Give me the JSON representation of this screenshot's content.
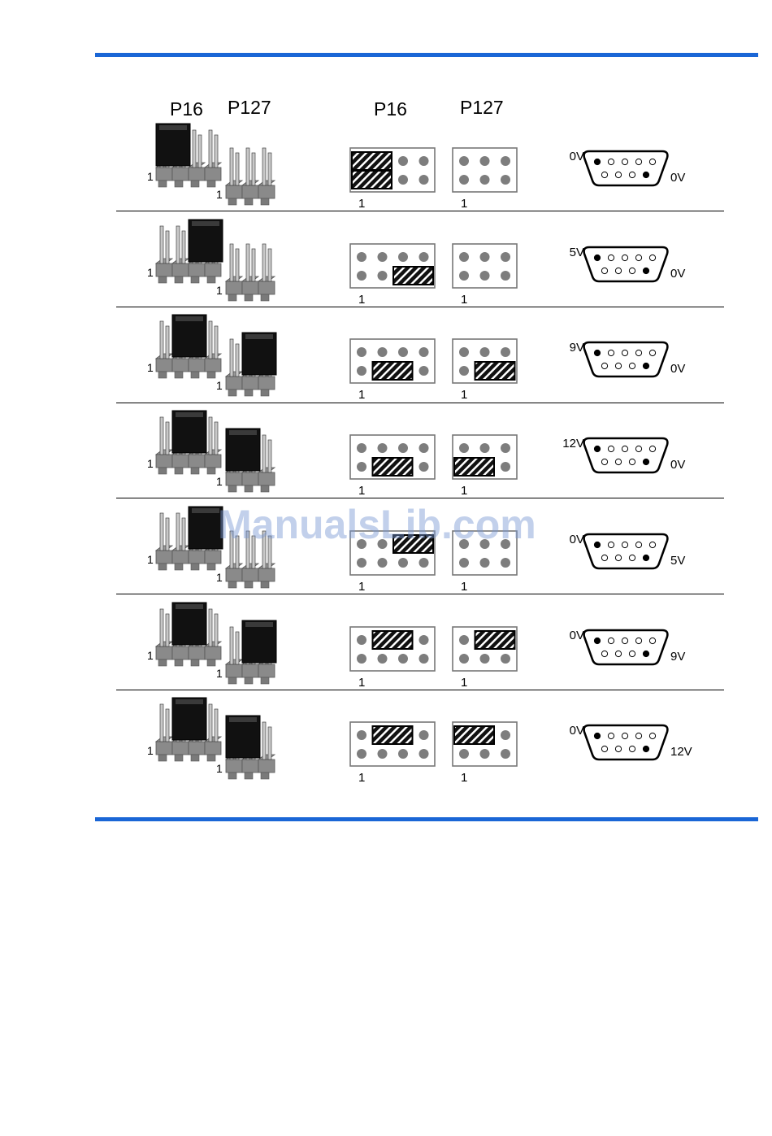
{
  "header": {
    "photo_p16": "P16",
    "photo_p127": "P127",
    "diagram_p16": "P16",
    "diagram_p127": "P127"
  },
  "watermark": "ManualsLib.com",
  "pin_one_label": "1",
  "rows": [
    {
      "p16_jumpers": [
        {
          "r": 0,
          "c": 0
        },
        {
          "r": 1,
          "c": 0
        }
      ],
      "p127_jumpers": [],
      "pin1_voltage": "0V",
      "pin9_voltage": "0V"
    },
    {
      "p16_jumpers": [
        {
          "r": 1,
          "c": 2
        }
      ],
      "p127_jumpers": [],
      "pin1_voltage": "5V",
      "pin9_voltage": "0V"
    },
    {
      "p16_jumpers": [
        {
          "r": 1,
          "c": 1
        }
      ],
      "p127_jumpers": [
        {
          "r": 1,
          "c": 1
        }
      ],
      "pin1_voltage": "9V",
      "pin9_voltage": "0V"
    },
    {
      "p16_jumpers": [
        {
          "r": 1,
          "c": 1
        }
      ],
      "p127_jumpers": [
        {
          "r": 1,
          "c": 0
        }
      ],
      "pin1_voltage": "12V",
      "pin9_voltage": "0V"
    },
    {
      "p16_jumpers": [
        {
          "r": 0,
          "c": 2
        }
      ],
      "p127_jumpers": [],
      "pin1_voltage": "0V",
      "pin9_voltage": "5V"
    },
    {
      "p16_jumpers": [
        {
          "r": 0,
          "c": 1
        }
      ],
      "p127_jumpers": [
        {
          "r": 0,
          "c": 1
        }
      ],
      "pin1_voltage": "0V",
      "pin9_voltage": "9V"
    },
    {
      "p16_jumpers": [
        {
          "r": 0,
          "c": 1
        }
      ],
      "p127_jumpers": [
        {
          "r": 0,
          "c": 0
        }
      ],
      "pin1_voltage": "0V",
      "pin9_voltage": "12V"
    }
  ]
}
